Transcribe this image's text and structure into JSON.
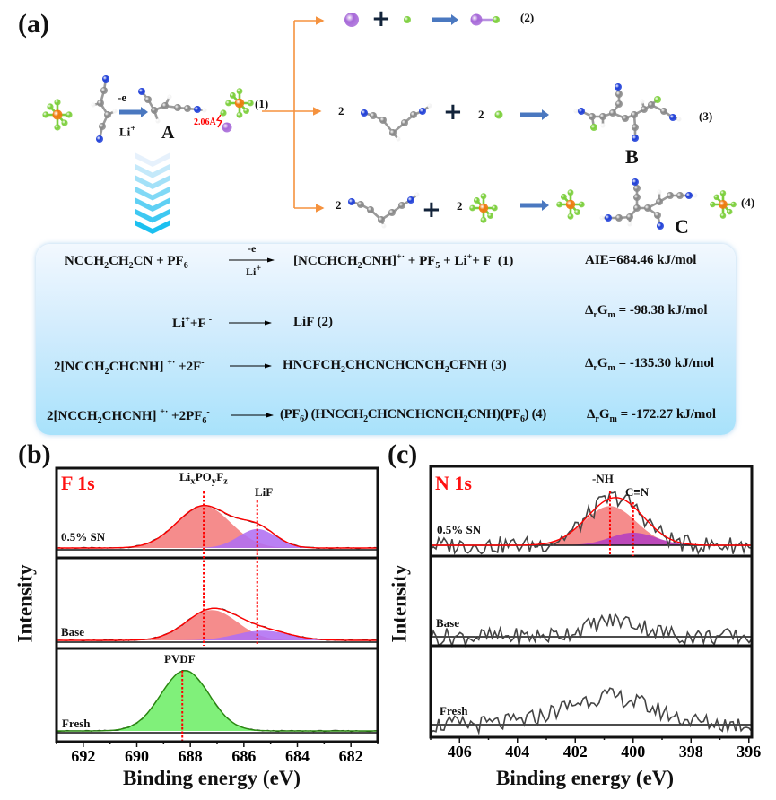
{
  "panel_labels": {
    "a": "(a)",
    "b": "(b)",
    "c": "(c)"
  },
  "atom_colors": {
    "C": "#8a8a8a",
    "N": "#1f3fd8",
    "H": "#f4f4f4",
    "F": "#7ccf3c",
    "P": "#f07a10",
    "Li": "#a668d8"
  },
  "accent_colors": {
    "branch_arrow": "#f5923e",
    "reaction_arrow": "#4a78c0",
    "distance_label": "#ff0000",
    "chevron_top": "#e6f1fc",
    "chevron_bottom": "#1cc0f0"
  },
  "scheme": {
    "step1_above": "-e",
    "step1_below": [
      [
        "Li",
        ""
      ],
      [
        "+",
        "sup"
      ]
    ],
    "label_A": "A",
    "label_B": "B",
    "label_C": "C",
    "distance": "2.06Å",
    "eq1": "(1)",
    "eq2": "(2)",
    "eq3": "(3)",
    "eq4": "(4)",
    "coef_3a": "2",
    "coef_3b": "2",
    "coef_4a": "2",
    "coef_4b": "2",
    "plus": "+"
  },
  "reactions": [
    {
      "left": [
        [
          "NCCH",
          ""
        ],
        [
          "2",
          "sub"
        ],
        [
          "CH",
          ""
        ],
        [
          "2",
          "sub"
        ],
        [
          "CN  +  PF",
          ""
        ],
        [
          "6",
          "sub"
        ],
        [
          "-",
          "sup"
        ]
      ],
      "arrow_above": "-e",
      "arrow_below": [
        [
          "Li",
          ""
        ],
        [
          "+",
          "sup"
        ]
      ],
      "right": [
        [
          "[NCCHCH",
          ""
        ],
        [
          "2",
          "sub"
        ],
        [
          "CNH]",
          ""
        ],
        [
          "+·",
          "sup"
        ],
        [
          "   + PF",
          ""
        ],
        [
          "5",
          "sub"
        ],
        [
          " + Li",
          ""
        ],
        [
          "+",
          "sup"
        ],
        [
          "+ F",
          ""
        ],
        [
          "-",
          "sup"
        ],
        [
          " (1)",
          ""
        ]
      ],
      "energy": [
        [
          "AIE=684.46 kJ/mol",
          ""
        ]
      ]
    },
    {
      "left": [
        [
          "Li",
          ""
        ],
        [
          "+",
          "sup"
        ],
        [
          "+F ",
          ""
        ],
        [
          "-",
          "sup"
        ]
      ],
      "right": [
        [
          "LiF  (2)",
          ""
        ]
      ],
      "energy": [
        [
          "Δ",
          ""
        ],
        [
          "r",
          "sub"
        ],
        [
          "G",
          ""
        ],
        [
          "m",
          "sub"
        ],
        [
          " = -98.38 kJ/mol",
          ""
        ]
      ]
    },
    {
      "left": [
        [
          "2[NCCH",
          ""
        ],
        [
          "2",
          "sub"
        ],
        [
          "CHCNH] ",
          ""
        ],
        [
          "+·",
          "sup"
        ],
        [
          " +2F",
          ""
        ],
        [
          "-",
          "sup"
        ]
      ],
      "right": [
        [
          "HNCFCH",
          ""
        ],
        [
          "2",
          "sub"
        ],
        [
          "CHCNCHCNCH",
          ""
        ],
        [
          "2",
          "sub"
        ],
        [
          "CFNH (3)",
          ""
        ]
      ],
      "energy": [
        [
          "Δ",
          ""
        ],
        [
          "r",
          "sub"
        ],
        [
          "G",
          ""
        ],
        [
          "m",
          "sub"
        ],
        [
          " = -135.30 kJ/mol",
          ""
        ]
      ]
    },
    {
      "left": [
        [
          "2[NCCH",
          ""
        ],
        [
          "2",
          "sub"
        ],
        [
          "CHCNH] ",
          ""
        ],
        [
          "+·",
          "sup"
        ],
        [
          " +2PF",
          ""
        ],
        [
          "6",
          "sub"
        ],
        [
          "-",
          "sup"
        ]
      ],
      "right": [
        [
          "(PF",
          ""
        ],
        [
          "6",
          "sub"
        ],
        [
          ") (HNCCH",
          ""
        ],
        [
          "2",
          "sub"
        ],
        [
          "CHCNCHCNCH",
          ""
        ],
        [
          "2",
          "sub"
        ],
        [
          "CNH)(PF",
          ""
        ],
        [
          "6",
          "sub"
        ],
        [
          ") (4)",
          ""
        ]
      ],
      "energy": [
        [
          "Δ",
          ""
        ],
        [
          "r",
          "sub"
        ],
        [
          "G",
          ""
        ],
        [
          "m",
          "sub"
        ],
        [
          " = -172.27 kJ/mol",
          ""
        ]
      ]
    }
  ],
  "chart_data": [
    {
      "type": "area",
      "title": "F 1s",
      "xlabel": "Binding energy (eV)",
      "ylabel": "Intensity",
      "xlim": [
        693,
        681
      ],
      "xticks": [
        692,
        690,
        688,
        686,
        684,
        682
      ],
      "xtick_labels": [
        "692",
        "690",
        "688",
        "686",
        "684",
        "682"
      ],
      "stacked_panels": [
        {
          "name": "0.5% SN",
          "components": [
            {
              "label": [
                [
                  "Li",
                  ""
                ],
                [
                  "x",
                  "sub"
                ],
                [
                  "PO",
                  ""
                ],
                [
                  "y",
                  "sub"
                ],
                [
                  "F",
                  ""
                ],
                [
                  "z",
                  "sub"
                ]
              ],
              "center": 687.5,
              "amplitude": 1.0,
              "sigma": 1.0,
              "color": "#f47c7c"
            },
            {
              "label": [
                [
                  "LiF",
                  ""
                ]
              ],
              "center": 685.5,
              "amplitude": 0.45,
              "sigma": 0.7,
              "color": "#b06ef2"
            }
          ]
        },
        {
          "name": "Base",
          "components": [
            {
              "center": 687.2,
              "amplitude": 0.72,
              "sigma": 0.95,
              "color": "#f47c7c"
            },
            {
              "center": 685.3,
              "amplitude": 0.23,
              "sigma": 1.0,
              "color": "#b06ef2"
            }
          ]
        },
        {
          "name": "Fresh",
          "components": [
            {
              "label": [
                [
                  "PVDF",
                  ""
                ]
              ],
              "center": 688.2,
              "amplitude": 1.43,
              "sigma": 0.9,
              "color": "#80f07a"
            }
          ]
        }
      ],
      "reference_lines": [
        687.5,
        685.5,
        688.3
      ]
    },
    {
      "type": "line",
      "title": "N 1s",
      "xlabel": "Binding energy (eV)",
      "ylabel": "Intensity",
      "xlim": [
        407,
        395.9
      ],
      "xticks": [
        406,
        404,
        402,
        400,
        398,
        396
      ],
      "xtick_labels": [
        "406",
        "404",
        "402",
        "400",
        "398",
        "396"
      ],
      "stacked_panels": [
        {
          "name": "0.5% SN",
          "components": [
            {
              "label": [
                [
                  "-NH",
                  ""
                ]
              ],
              "center": 400.8,
              "amplitude": 0.84,
              "sigma": 0.9,
              "color": "#f47c7c"
            },
            {
              "label": [
                [
                  "C≡N",
                  ""
                ]
              ],
              "center": 400.0,
              "amplitude": 0.27,
              "sigma": 0.8,
              "color": "#b43fc0"
            }
          ]
        },
        {
          "name": "Base",
          "components": [
            {
              "center": 400.6,
              "amplitude": 0.35,
              "sigma": 1.0
            }
          ]
        },
        {
          "name": "Fresh",
          "components": [
            {
              "center": 400.9,
              "amplitude": 0.6,
              "sigma": 1.5
            }
          ]
        }
      ],
      "reference_lines": [
        400.8,
        400.0
      ]
    }
  ]
}
